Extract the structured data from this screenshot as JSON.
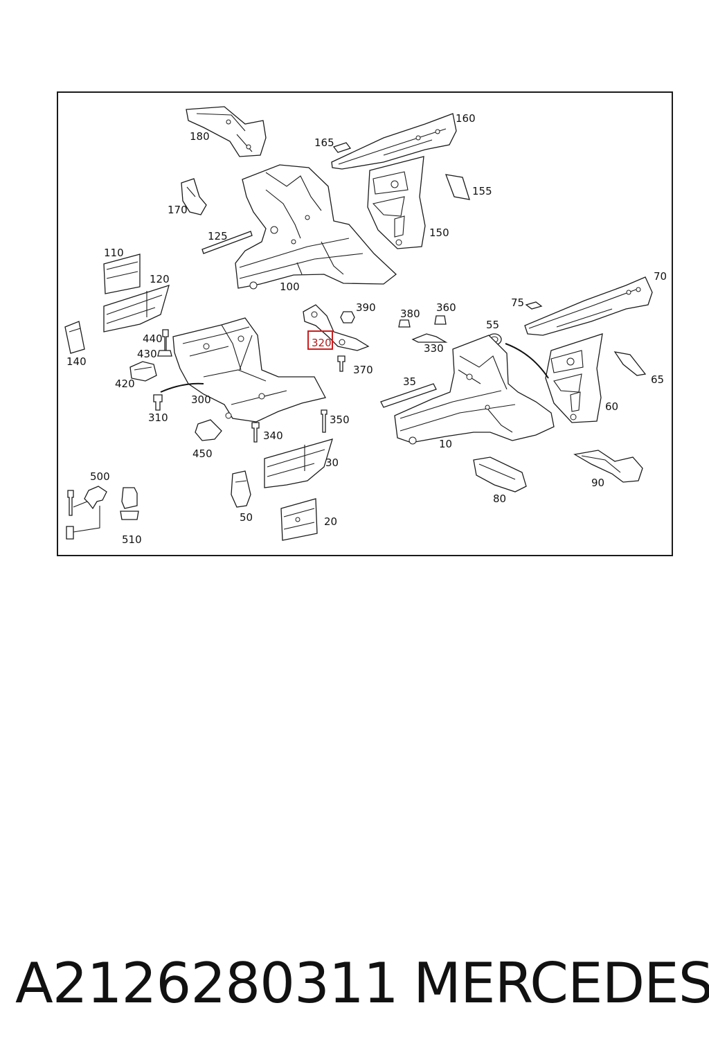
{
  "diagram": {
    "callouts": {
      "c180": "180",
      "c160": "160",
      "c165": "165",
      "c155": "155",
      "c170": "170",
      "c150": "150",
      "c125": "125",
      "c110": "110",
      "c100": "100",
      "c120": "120",
      "c70": "70",
      "c140": "140",
      "c440": "440",
      "c390": "390",
      "c380": "380",
      "c360": "360",
      "c75": "75",
      "c55": "55",
      "c430": "430",
      "c320": "320",
      "c330": "330",
      "c65": "65",
      "c420": "420",
      "c370": "370",
      "c35": "35",
      "c300": "300",
      "c310": "310",
      "c350": "350",
      "c60": "60",
      "c10": "10",
      "c340": "340",
      "c450": "450",
      "c30": "30",
      "c500": "500",
      "c90": "90",
      "c80": "80",
      "c50": "50",
      "c20": "20",
      "c510": "510"
    },
    "highlighted_part": "320",
    "highlight_color": "#d01c1c"
  },
  "footer": {
    "part_number": "A2126280311",
    "brand": "MERCEDES"
  }
}
